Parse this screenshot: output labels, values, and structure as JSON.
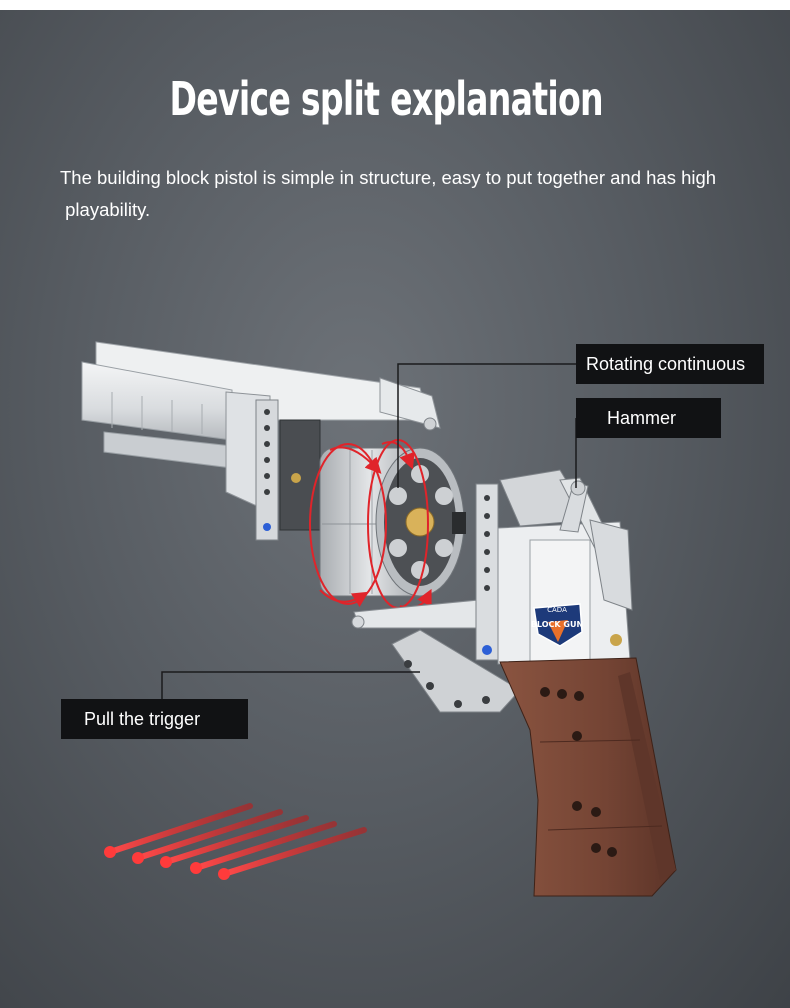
{
  "title": "Device split explanation",
  "description": {
    "line1": "The building block pistol is simple in structure, easy to put together and has high",
    "line2": " playability."
  },
  "callouts": {
    "rotating": "Rotating continuous",
    "hammer": "Hammer",
    "trigger": "Pull the trigger"
  },
  "badge": {
    "top": "CADA",
    "text": "BLOCK GUN"
  },
  "colors": {
    "background": "#5d6268",
    "label_bg": "#111214",
    "grip": "#7a4836",
    "arrow": "#e0242a",
    "bullet": "#ff3b3b"
  }
}
